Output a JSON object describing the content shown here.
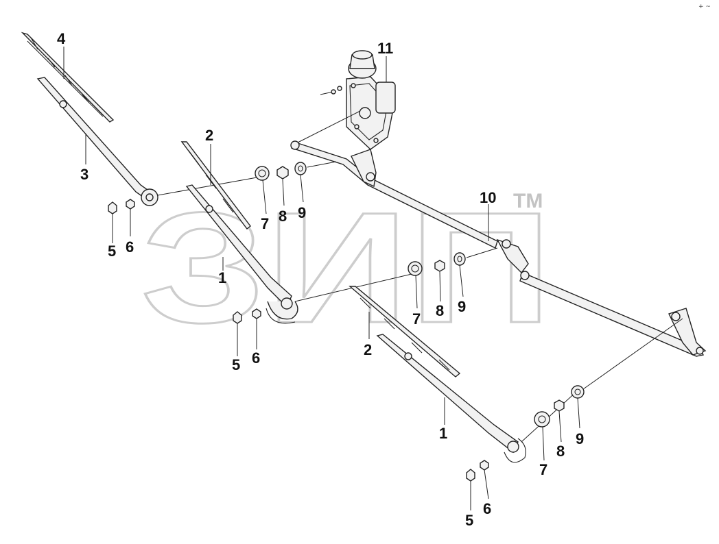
{
  "watermark": {
    "text": "ЗИП",
    "trademark": "TM"
  },
  "corner_mark": "+ ~",
  "callouts": [
    {
      "id": "c-4",
      "text": "4"
    },
    {
      "id": "c-3",
      "text": "3"
    },
    {
      "id": "c-2a",
      "text": "2"
    },
    {
      "id": "c-1a",
      "text": "1"
    },
    {
      "id": "c-5a",
      "text": "5"
    },
    {
      "id": "c-6a",
      "text": "6"
    },
    {
      "id": "c-7a",
      "text": "7"
    },
    {
      "id": "c-8a",
      "text": "8"
    },
    {
      "id": "c-9a",
      "text": "9"
    },
    {
      "id": "c-11",
      "text": "11"
    },
    {
      "id": "c-10",
      "text": "10"
    },
    {
      "id": "c-7b",
      "text": "7"
    },
    {
      "id": "c-8b",
      "text": "8"
    },
    {
      "id": "c-9b",
      "text": "9"
    },
    {
      "id": "c-5b",
      "text": "5"
    },
    {
      "id": "c-6b",
      "text": "6"
    },
    {
      "id": "c-2b",
      "text": "2"
    },
    {
      "id": "c-1b",
      "text": "1"
    },
    {
      "id": "c-7c",
      "text": "7"
    },
    {
      "id": "c-8c",
      "text": "8"
    },
    {
      "id": "c-9c",
      "text": "9"
    },
    {
      "id": "c-5c",
      "text": "5"
    },
    {
      "id": "c-6c",
      "text": "6"
    }
  ]
}
